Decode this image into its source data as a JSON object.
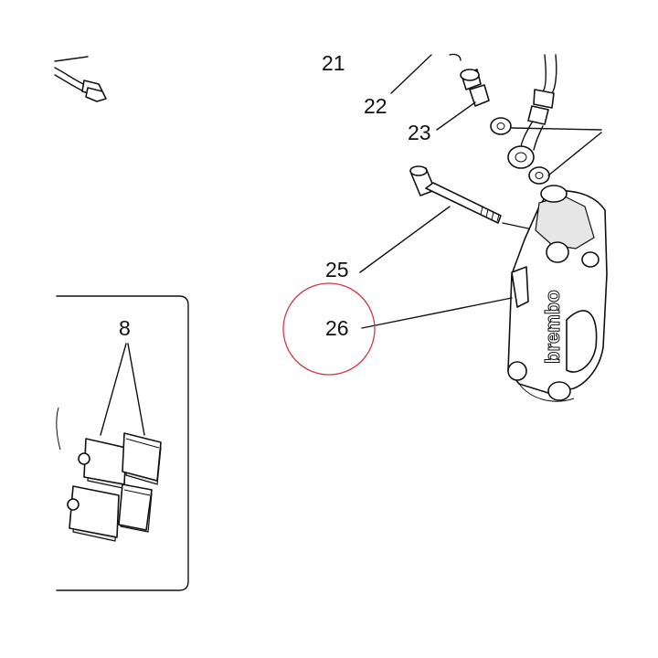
{
  "callouts": {
    "part_21": "21",
    "part_22": "22",
    "part_23": "23",
    "part_25": "25",
    "part_26": "26",
    "part_8": "8"
  },
  "caliper": {
    "brand_text": "brembo"
  },
  "highlight": {
    "target": "26",
    "color": "#d1374a"
  }
}
